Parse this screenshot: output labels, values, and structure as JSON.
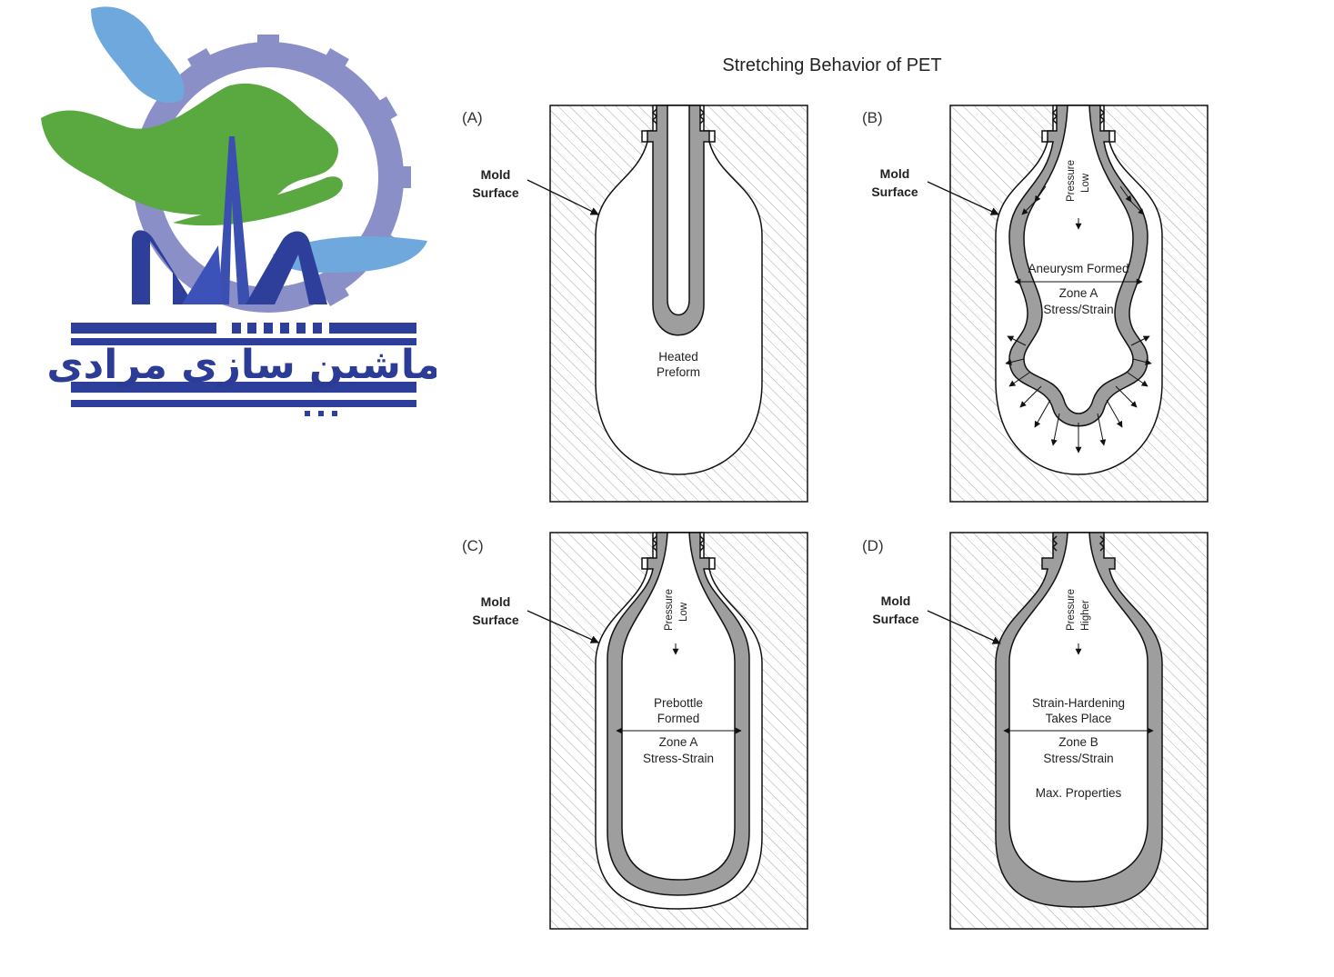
{
  "logo": {
    "persian_text": "ماشین سازی مرادی",
    "colors": {
      "green": "#5aa840",
      "blue": "#2d3f9a",
      "lightblue": "#6fa8dc",
      "gear": "#8a8fc8"
    }
  },
  "title": "Stretching Behavior of PET",
  "panels": [
    {
      "id": "A",
      "label": "(A)",
      "mold_label_1": "Mold",
      "mold_label_2": "Surface",
      "texts": [
        "Heated",
        "Preform"
      ]
    },
    {
      "id": "B",
      "label": "(B)",
      "mold_label_1": "Mold",
      "mold_label_2": "Surface",
      "pressure_1": "Pressure",
      "pressure_2": "Low",
      "texts": [
        "Aneurysm Formed",
        "Zone A",
        "Stress/Strain"
      ]
    },
    {
      "id": "C",
      "label": "(C)",
      "mold_label_1": "Mold",
      "mold_label_2": "Surface",
      "pressure_1": "Pressure",
      "pressure_2": "Low",
      "texts": [
        "Prebottle",
        "Formed",
        "Zone A",
        "Stress-Strain"
      ]
    },
    {
      "id": "D",
      "label": "(D)",
      "mold_label_1": "Mold",
      "mold_label_2": "Surface",
      "pressure_1": "Pressure",
      "pressure_2": "Higher",
      "texts": [
        "Strain-Hardening",
        "Takes Place",
        "Zone B",
        "Stress/Strain",
        "Max. Properties"
      ]
    }
  ],
  "colors": {
    "hatch": "#9a9a9a",
    "wall": "#9e9e9e",
    "line": "#111111"
  }
}
